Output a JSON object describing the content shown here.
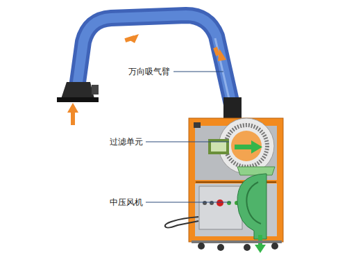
{
  "diagram": {
    "labels": [
      "万向吸气臂",
      "过滤单元",
      "中压风机"
    ]
  }
}
